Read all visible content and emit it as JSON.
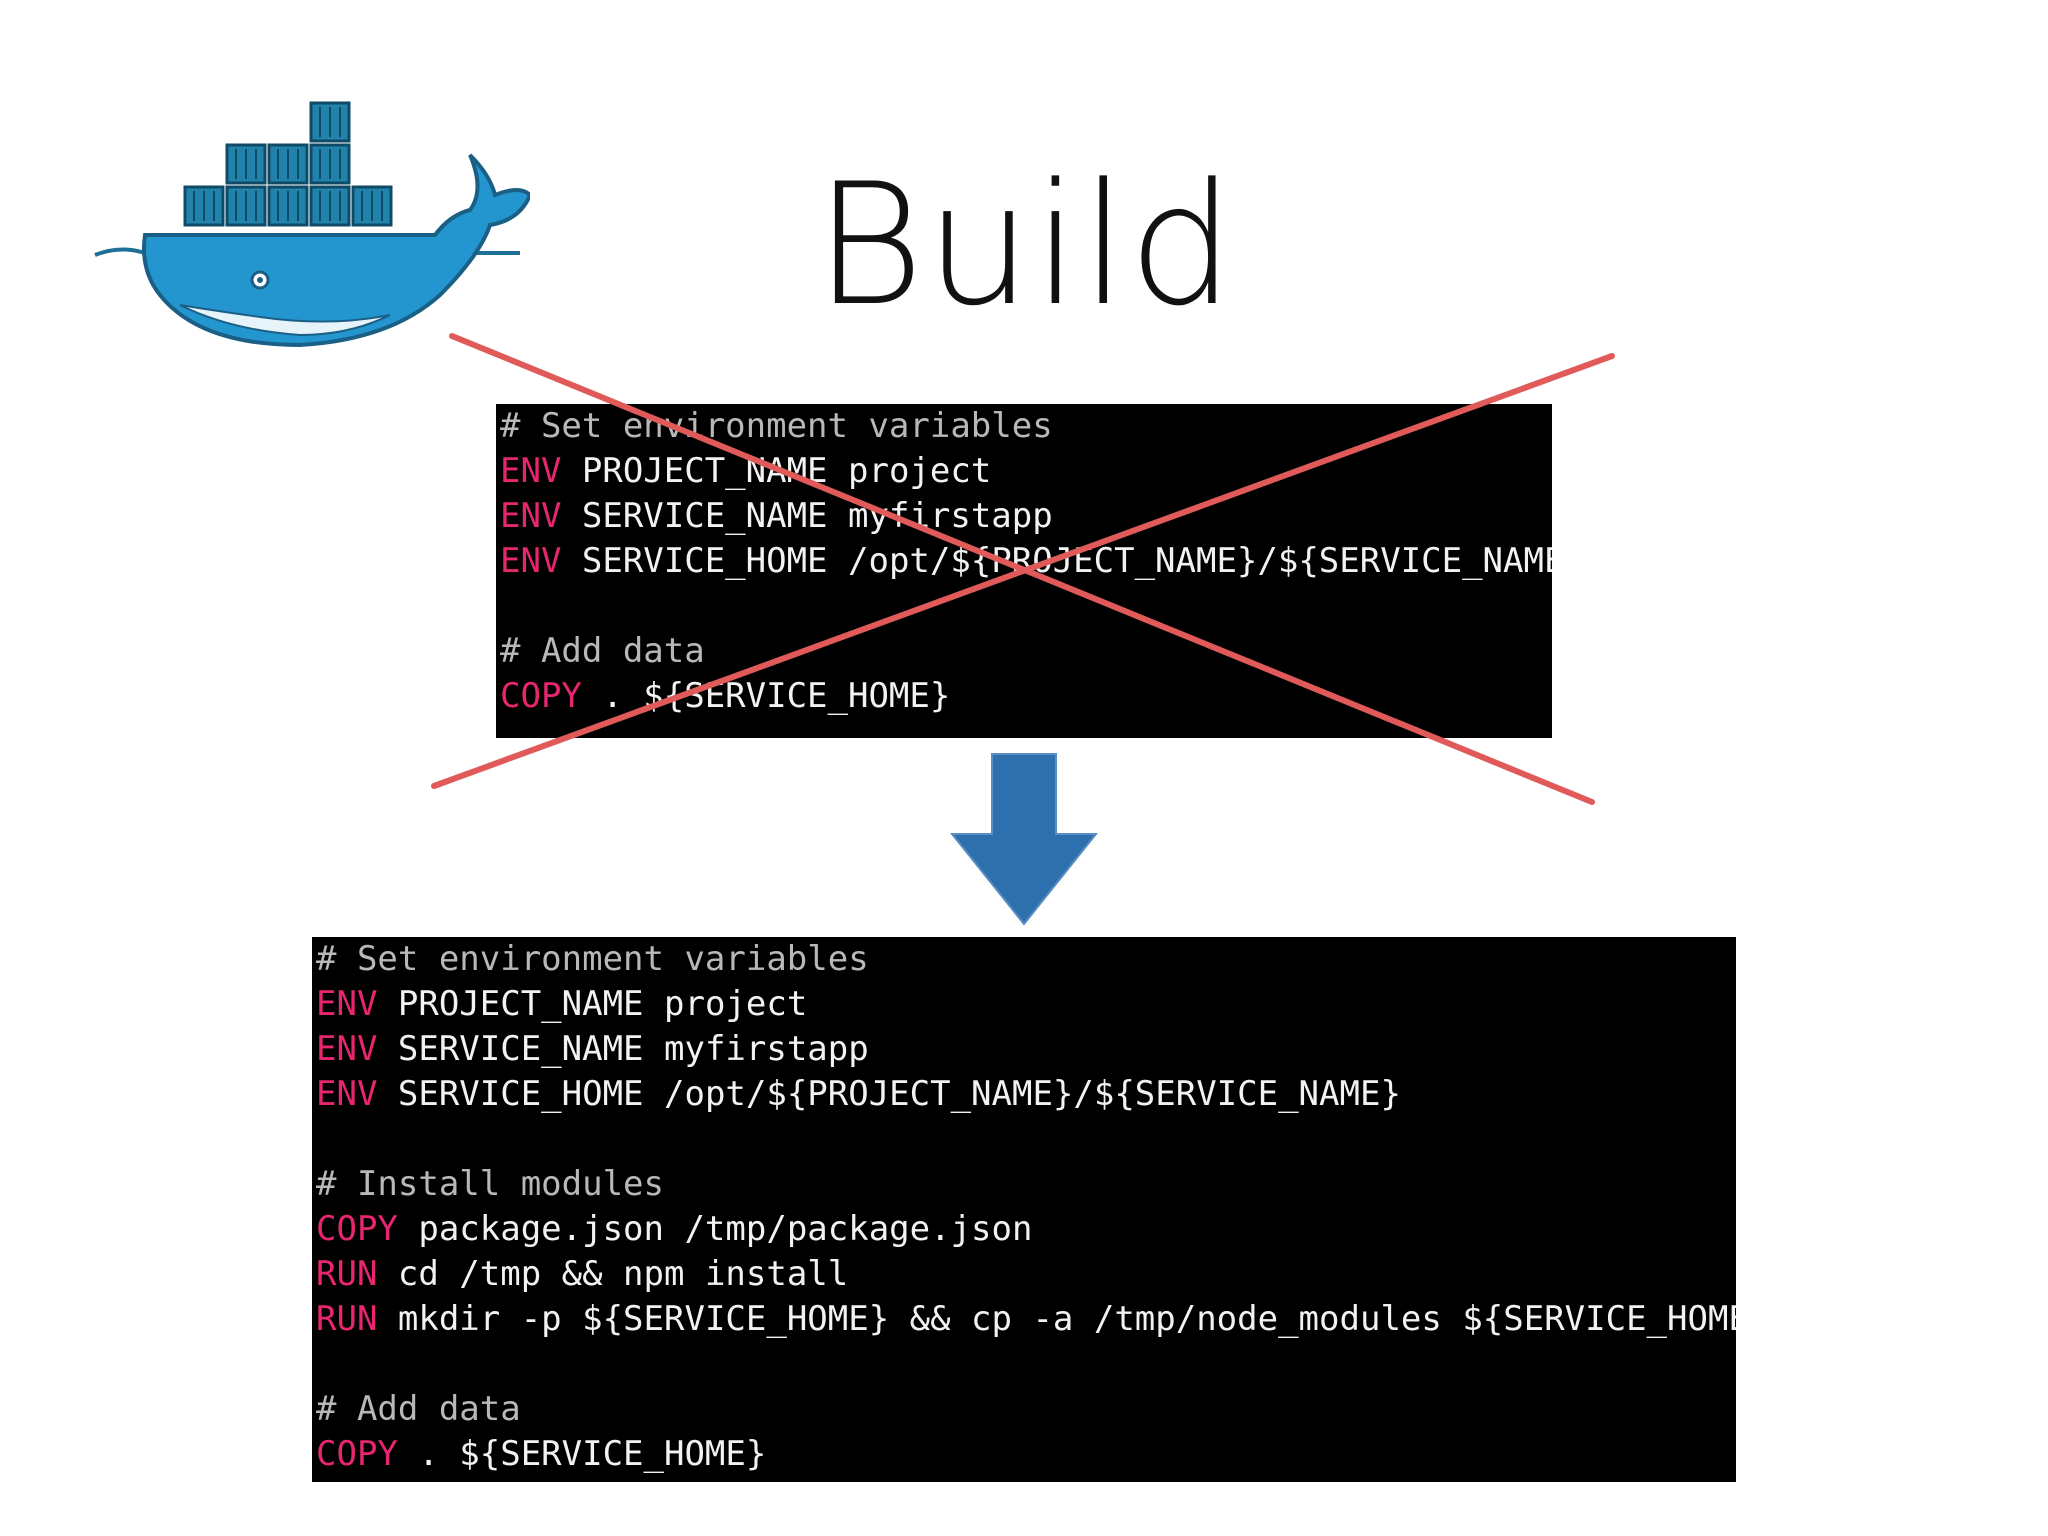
{
  "slide": {
    "title": "Build",
    "logo": {
      "icon": "docker-whale-icon",
      "body_color": "#2496cf",
      "container_color": "#1f7fa6"
    },
    "strike_color": "#e05a5a",
    "arrow": {
      "icon": "arrow-down-icon",
      "color": "#2e6fad"
    },
    "keyword_color": "#e8266f",
    "old_dockerfile": {
      "lines": [
        {
          "kind": "comment",
          "text": "# Set environment variables"
        },
        {
          "kind": "code",
          "kw": "ENV",
          "rest": " PROJECT_NAME project"
        },
        {
          "kind": "code",
          "kw": "ENV",
          "rest": " SERVICE_NAME myfirstapp"
        },
        {
          "kind": "code",
          "kw": "ENV",
          "rest": " SERVICE_HOME /opt/${PROJECT_NAME}/${SERVICE_NAME}"
        },
        {
          "kind": "blank",
          "text": ""
        },
        {
          "kind": "comment",
          "text": "# Add data"
        },
        {
          "kind": "code",
          "kw": "COPY",
          "rest": " . ${SERVICE_HOME}"
        }
      ]
    },
    "new_dockerfile": {
      "lines": [
        {
          "kind": "comment",
          "text": "# Set environment variables"
        },
        {
          "kind": "code",
          "kw": "ENV",
          "rest": " PROJECT_NAME project"
        },
        {
          "kind": "code",
          "kw": "ENV",
          "rest": " SERVICE_NAME myfirstapp"
        },
        {
          "kind": "code",
          "kw": "ENV",
          "rest": " SERVICE_HOME /opt/${PROJECT_NAME}/${SERVICE_NAME}"
        },
        {
          "kind": "blank",
          "text": ""
        },
        {
          "kind": "comment",
          "text": "# Install modules"
        },
        {
          "kind": "code",
          "kw": "COPY",
          "rest": " package.json /tmp/package.json"
        },
        {
          "kind": "code",
          "kw": "RUN",
          "rest": " cd /tmp && npm install"
        },
        {
          "kind": "code",
          "kw": "RUN",
          "rest": " mkdir -p ${SERVICE_HOME} && cp -a /tmp/node_modules ${SERVICE_HOME}/"
        },
        {
          "kind": "blank",
          "text": ""
        },
        {
          "kind": "comment",
          "text": "# Add data"
        },
        {
          "kind": "code",
          "kw": "COPY",
          "rest": " . ${SERVICE_HOME}"
        }
      ]
    }
  }
}
